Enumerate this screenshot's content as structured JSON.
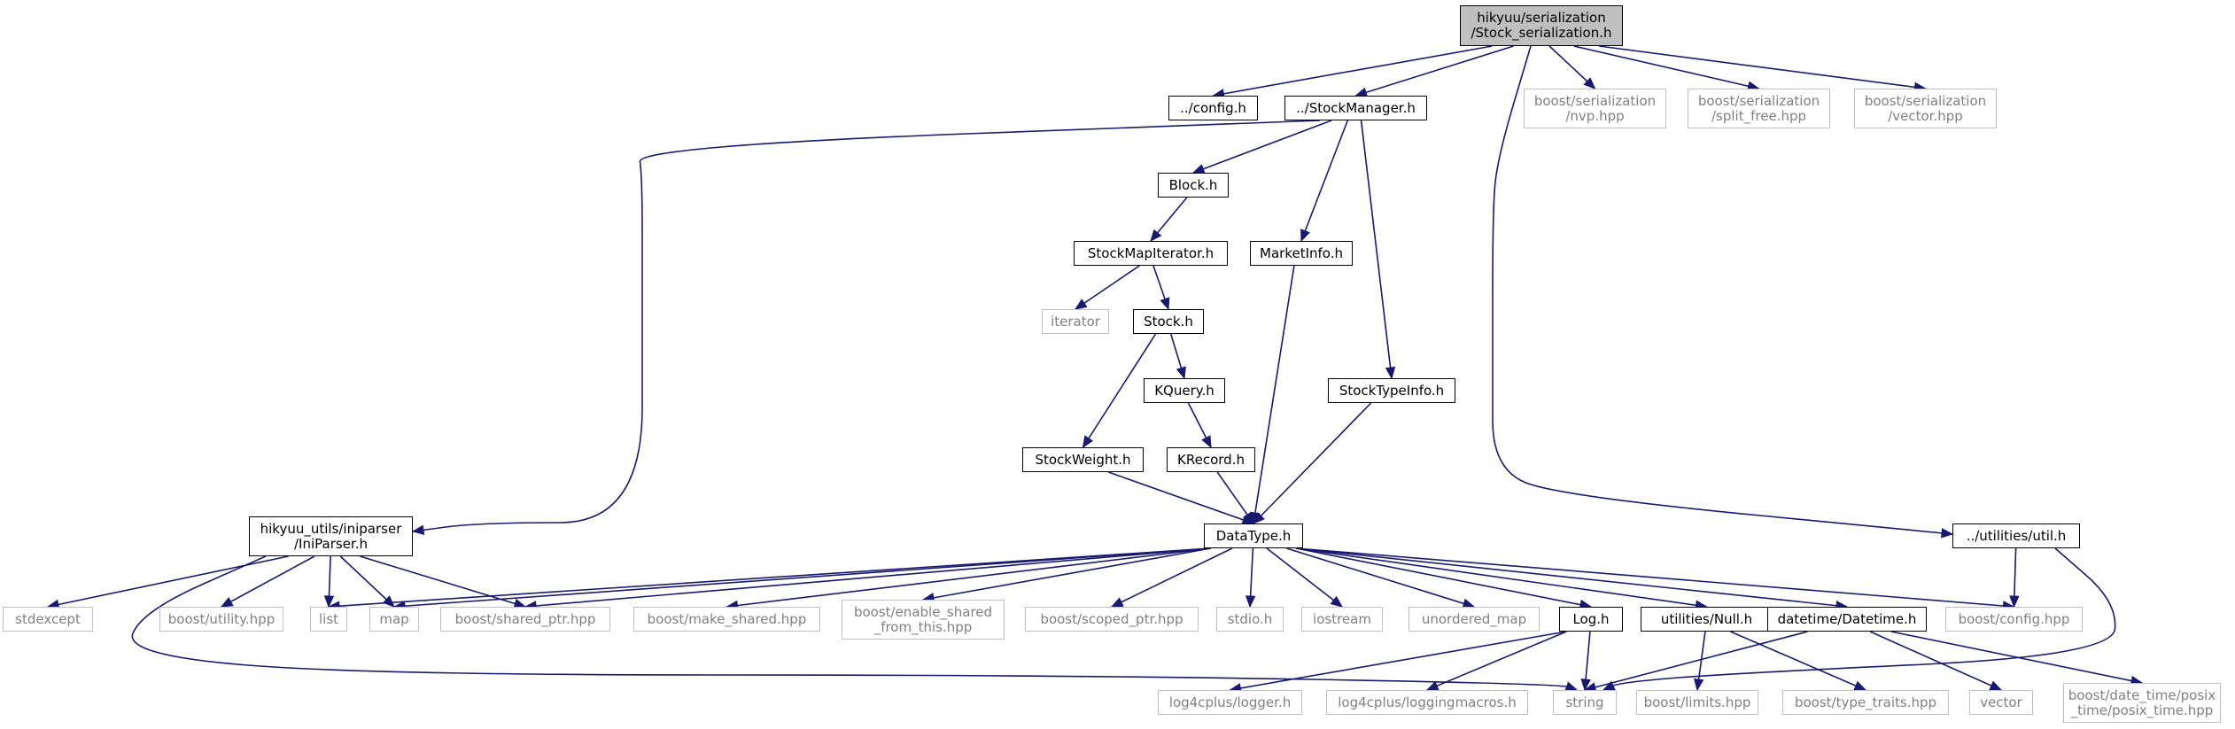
{
  "colors": {
    "edge": "#191970",
    "root_fill": "#bfbfbf",
    "internal_border": "#000000",
    "external_border": "#bfbfbf",
    "external_text": "#808080"
  },
  "nodes": [
    {
      "id": "root",
      "label": "hikyuu/serialization\n/Stock_serialization.h",
      "kind": "root"
    },
    {
      "id": "config_h",
      "label": "../config.h",
      "kind": "internal"
    },
    {
      "id": "stockmanager",
      "label": "../StockManager.h",
      "kind": "internal"
    },
    {
      "id": "nvp",
      "label": "boost/serialization\n/nvp.hpp",
      "kind": "external"
    },
    {
      "id": "split_free",
      "label": "boost/serialization\n/split_free.hpp",
      "kind": "external"
    },
    {
      "id": "ser_vector",
      "label": "boost/serialization\n/vector.hpp",
      "kind": "external"
    },
    {
      "id": "block",
      "label": "Block.h",
      "kind": "internal"
    },
    {
      "id": "stockmapiter",
      "label": "StockMapIterator.h",
      "kind": "internal"
    },
    {
      "id": "marketinfo",
      "label": "MarketInfo.h",
      "kind": "internal"
    },
    {
      "id": "iterator",
      "label": "iterator",
      "kind": "external"
    },
    {
      "id": "stock_h",
      "label": "Stock.h",
      "kind": "internal"
    },
    {
      "id": "kquery",
      "label": "KQuery.h",
      "kind": "internal"
    },
    {
      "id": "stocktypeinfo",
      "label": "StockTypeInfo.h",
      "kind": "internal"
    },
    {
      "id": "stockweight",
      "label": "StockWeight.h",
      "kind": "internal"
    },
    {
      "id": "krecord",
      "label": "KRecord.h",
      "kind": "internal"
    },
    {
      "id": "iniparser",
      "label": "hikyuu_utils/iniparser\n/IniParser.h",
      "kind": "internal"
    },
    {
      "id": "datatype",
      "label": "DataType.h",
      "kind": "internal"
    },
    {
      "id": "util_h",
      "label": "../utilities/util.h",
      "kind": "internal"
    },
    {
      "id": "stdexcept",
      "label": "stdexcept",
      "kind": "external"
    },
    {
      "id": "boost_utility",
      "label": "boost/utility.hpp",
      "kind": "external"
    },
    {
      "id": "list",
      "label": "list",
      "kind": "external"
    },
    {
      "id": "map",
      "label": "map",
      "kind": "external"
    },
    {
      "id": "shared_ptr",
      "label": "boost/shared_ptr.hpp",
      "kind": "external"
    },
    {
      "id": "make_shared",
      "label": "boost/make_shared.hpp",
      "kind": "external"
    },
    {
      "id": "enable_shared",
      "label": "boost/enable_shared\n_from_this.hpp",
      "kind": "external"
    },
    {
      "id": "scoped_ptr",
      "label": "boost/scoped_ptr.hpp",
      "kind": "external"
    },
    {
      "id": "stdio",
      "label": "stdio.h",
      "kind": "external"
    },
    {
      "id": "iostream",
      "label": "iostream",
      "kind": "external"
    },
    {
      "id": "unordered_map",
      "label": "unordered_map",
      "kind": "external"
    },
    {
      "id": "log_h",
      "label": "Log.h",
      "kind": "internal"
    },
    {
      "id": "null_h",
      "label": "utilities/Null.h",
      "kind": "internal"
    },
    {
      "id": "datetime",
      "label": "datetime/Datetime.h",
      "kind": "internal"
    },
    {
      "id": "boost_config",
      "label": "boost/config.hpp",
      "kind": "external"
    },
    {
      "id": "logger",
      "label": "log4cplus/logger.h",
      "kind": "external"
    },
    {
      "id": "loggingmacros",
      "label": "log4cplus/loggingmacros.h",
      "kind": "external"
    },
    {
      "id": "string",
      "label": "string",
      "kind": "external"
    },
    {
      "id": "limits",
      "label": "boost/limits.hpp",
      "kind": "external"
    },
    {
      "id": "type_traits",
      "label": "boost/type_traits.hpp",
      "kind": "external"
    },
    {
      "id": "vector",
      "label": "vector",
      "kind": "external"
    },
    {
      "id": "posix_time",
      "label": "boost/date_time/posix\n_time/posix_time.hpp",
      "kind": "external"
    }
  ],
  "edges": [
    [
      "root",
      "config_h"
    ],
    [
      "root",
      "stockmanager"
    ],
    [
      "root",
      "nvp"
    ],
    [
      "root",
      "split_free"
    ],
    [
      "root",
      "ser_vector"
    ],
    [
      "root",
      "util_h"
    ],
    [
      "stockmanager",
      "iniparser"
    ],
    [
      "stockmanager",
      "block"
    ],
    [
      "stockmanager",
      "marketinfo"
    ],
    [
      "stockmanager",
      "stocktypeinfo"
    ],
    [
      "block",
      "stockmapiter"
    ],
    [
      "stockmapiter",
      "iterator"
    ],
    [
      "stockmapiter",
      "stock_h"
    ],
    [
      "stock_h",
      "kquery"
    ],
    [
      "stock_h",
      "stockweight"
    ],
    [
      "kquery",
      "krecord"
    ],
    [
      "marketinfo",
      "datatype"
    ],
    [
      "stocktypeinfo",
      "datatype"
    ],
    [
      "stockweight",
      "datatype"
    ],
    [
      "krecord",
      "datatype"
    ],
    [
      "iniparser",
      "stdexcept"
    ],
    [
      "iniparser",
      "boost_utility"
    ],
    [
      "iniparser",
      "list"
    ],
    [
      "iniparser",
      "map"
    ],
    [
      "iniparser",
      "shared_ptr"
    ],
    [
      "iniparser",
      "string"
    ],
    [
      "datatype",
      "list"
    ],
    [
      "datatype",
      "map"
    ],
    [
      "datatype",
      "shared_ptr"
    ],
    [
      "datatype",
      "make_shared"
    ],
    [
      "datatype",
      "enable_shared"
    ],
    [
      "datatype",
      "scoped_ptr"
    ],
    [
      "datatype",
      "stdio"
    ],
    [
      "datatype",
      "iostream"
    ],
    [
      "datatype",
      "unordered_map"
    ],
    [
      "datatype",
      "log_h"
    ],
    [
      "datatype",
      "null_h"
    ],
    [
      "datatype",
      "datetime"
    ],
    [
      "datatype",
      "boost_config"
    ],
    [
      "util_h",
      "boost_config"
    ],
    [
      "util_h",
      "string"
    ],
    [
      "log_h",
      "logger"
    ],
    [
      "log_h",
      "loggingmacros"
    ],
    [
      "log_h",
      "string"
    ],
    [
      "null_h",
      "limits"
    ],
    [
      "null_h",
      "type_traits"
    ],
    [
      "datetime",
      "string"
    ],
    [
      "datetime",
      "vector"
    ],
    [
      "datetime",
      "posix_time"
    ]
  ]
}
